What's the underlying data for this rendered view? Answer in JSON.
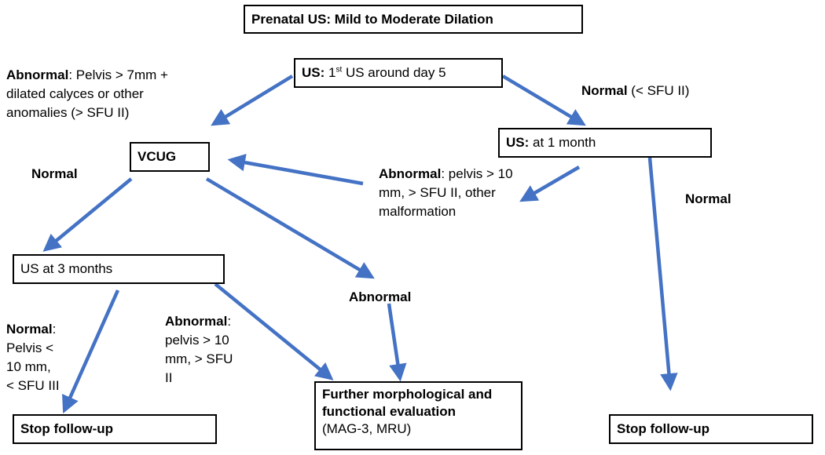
{
  "nodes": {
    "prenatal": {
      "text": "Prenatal US: Mild to Moderate Dilation"
    },
    "first_us": {
      "prefix": "US:",
      "text_a": " 1",
      "sup": "st",
      "text_b": " US around day 5"
    },
    "us_1_month": {
      "prefix": "US:",
      "text": " at 1 month"
    },
    "vcug": {
      "text": "VCUG"
    },
    "us_3_months": {
      "text": "US at 3 months"
    },
    "stop_left": {
      "text": "Stop follow-up"
    },
    "further_eval": {
      "bold_1": "Further morphological and",
      "bold_2": "functional evaluation",
      "normal": "(MAG-3, MRU)"
    },
    "stop_right": {
      "text": "Stop follow-up"
    }
  },
  "labels": {
    "abnormal_top_left": {
      "bold": "Abnormal",
      "line1": ": Pelvis > 7mm +",
      "line2": "dilated calyces or other",
      "line3": "anomalies (> SFU II)"
    },
    "normal_top_right": {
      "bold": "Normal",
      "rest": " (< SFU II)"
    },
    "normal_vcug": {
      "text": "Normal"
    },
    "abnormal_1_month": {
      "bold": "Abnormal",
      "line1": ": pelvis > 10",
      "line2": "mm, > SFU II, other",
      "line3": "malformation"
    },
    "normal_right": {
      "text": "Normal"
    },
    "abnormal_mid": {
      "text": "Abnormal"
    },
    "normal_bottom_left": {
      "bold": "Normal",
      "colon": ":",
      "line2": "Pelvis <",
      "line3": "10 mm,",
      "line4": "< SFU III"
    },
    "abnormal_bottom": {
      "bold": "Abnormal",
      "colon": ":",
      "line2": "pelvis > 10",
      "line3": "mm, > SFU",
      "line4": "II"
    }
  },
  "colors": {
    "arrow": "#4472C4",
    "border": "#000000"
  }
}
